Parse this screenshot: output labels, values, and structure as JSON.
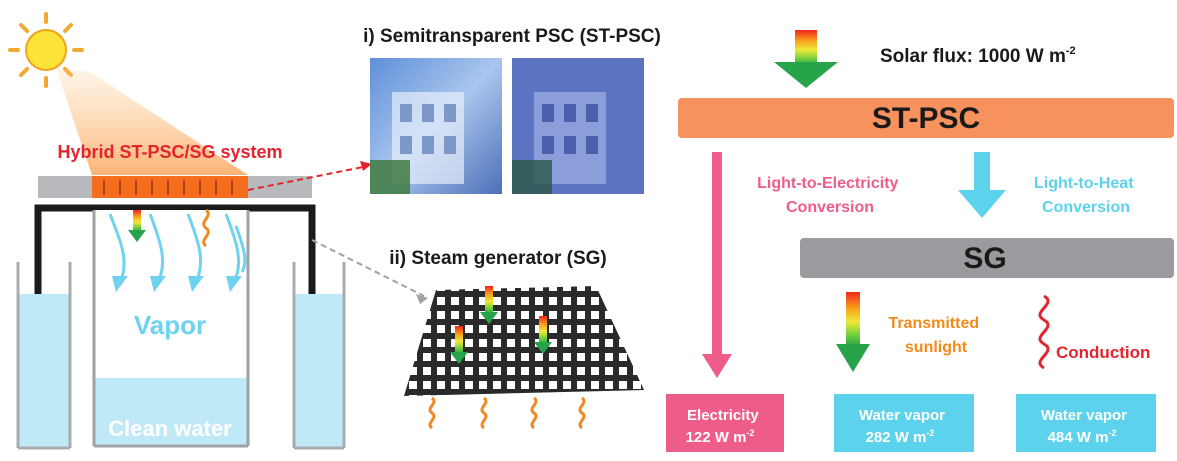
{
  "left_panel": {
    "hybrid_label": "Hybrid ST-PSC/SG system",
    "vapor_label": "Vapor",
    "clean_water_label": "Clean water"
  },
  "middle_panel": {
    "title_i": "i) Semitransparent PSC (ST-PSC)",
    "title_ii": "ii) Steam generator (SG)"
  },
  "flow": {
    "solar_flux_label": "Solar flux: 1000 W m",
    "solar_flux_exp": "-2",
    "st_psc_label": "ST-PSC",
    "sg_label": "SG",
    "light_to_electricity_line1": "Light-to-Electricity",
    "light_to_electricity_line2": "Conversion",
    "light_to_heat_line1": "Light-to-Heat",
    "light_to_heat_line2": "Conversion",
    "transmitted_line1": "Transmitted",
    "transmitted_line2": "sunlight",
    "conduction_label": "Conduction",
    "electricity_box": {
      "line1": "Electricity",
      "line2": "122 W m",
      "exp": "-2"
    },
    "water_vapor_1": {
      "line1": "Water vapor",
      "line2": "282 W m",
      "exp": "-2"
    },
    "water_vapor_2": {
      "line1": "Water vapor",
      "line2": "484 W m",
      "exp": "-2"
    }
  },
  "colors": {
    "st_psc_box": "#f7915d",
    "sg_box": "#999b9e",
    "electricity": "#ee5d8a",
    "heat_cyan": "#5cd2ec",
    "orange_text": "#f28a1c",
    "red_text": "#e5232c",
    "water": "#bfe9f6"
  }
}
